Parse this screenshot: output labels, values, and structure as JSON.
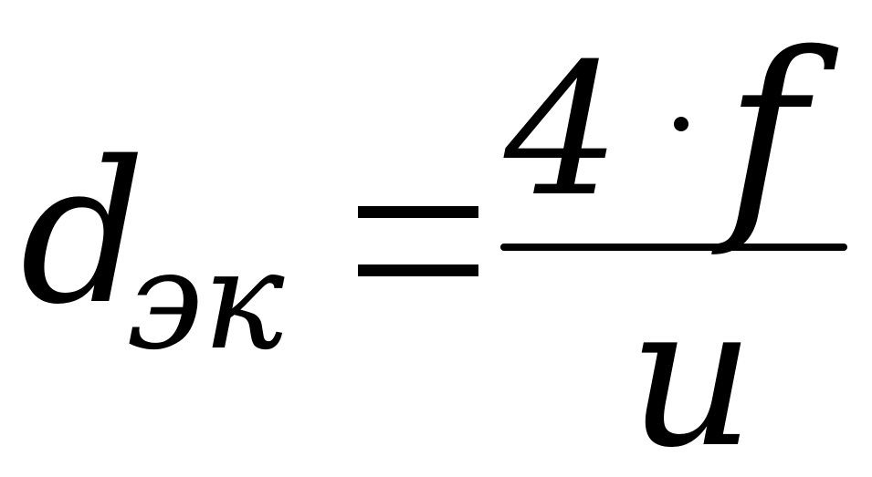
{
  "formula": {
    "lhs_variable": "d",
    "lhs_subscript": "эк",
    "operator": "=",
    "numerator_coefficient": "4",
    "numerator_operator": "·",
    "numerator_variable": "f",
    "denominator_variable": "u"
  }
}
